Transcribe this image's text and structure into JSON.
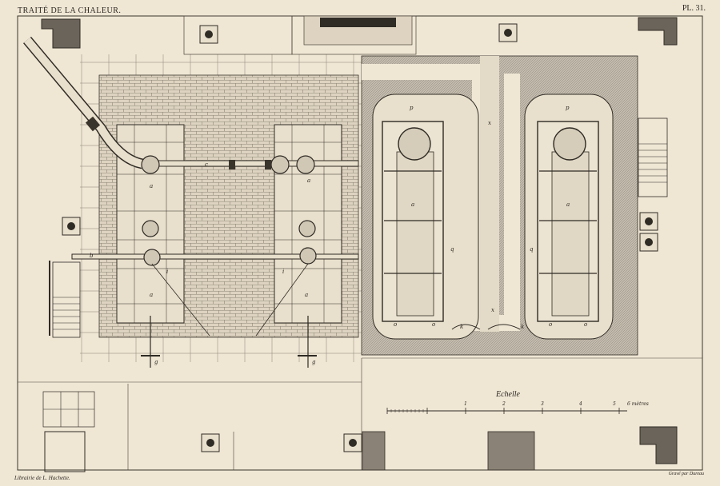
{
  "header": {
    "title": "TRAITÉ DE LA CHALEUR.",
    "plate": "PL. 31."
  },
  "footer": {
    "publisher": "Librairie de L. Hachette.",
    "engraver": "Gravé par Dureau"
  },
  "scale": {
    "label": "Echelle",
    "ticks": [
      "1",
      "2",
      "3",
      "4",
      "5"
    ],
    "unit_label": "6 mètres"
  },
  "plan_letters": {
    "left_tanks": [
      "a",
      "a",
      "a",
      "a"
    ],
    "left_pipe": [
      "b",
      "c"
    ],
    "left_tanks_lower": [
      "i",
      "i"
    ],
    "left_g": [
      "g",
      "g"
    ],
    "boilers": [
      "a",
      "a"
    ],
    "boiler_p": [
      "p",
      "p"
    ],
    "boiler_o": [
      "o",
      "o",
      "o",
      "o"
    ],
    "boiler_q": [
      "q",
      "q"
    ],
    "boiler_k": [
      "k",
      "k"
    ],
    "boiler_x": [
      "x",
      "x"
    ]
  },
  "colors": {
    "paper": "#efe6d4",
    "ink": "#2a2620",
    "hatch": "#b9b1a3",
    "brick": "#d9cfbc"
  }
}
